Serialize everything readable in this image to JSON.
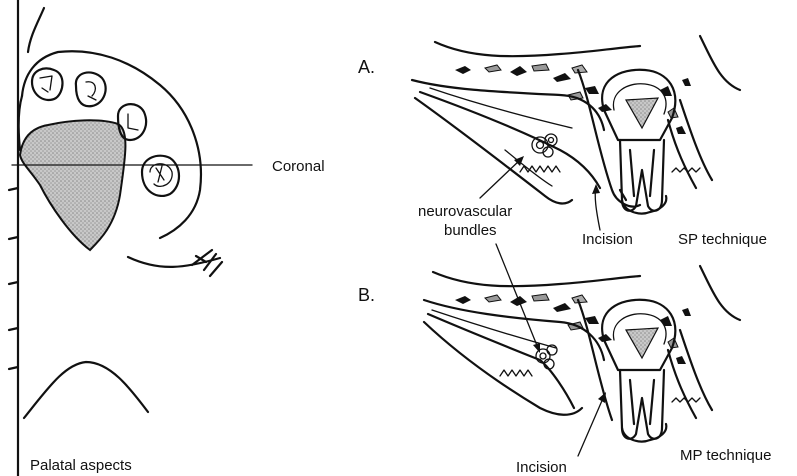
{
  "labels": {
    "coronal": "Coronal",
    "palatal_aspects": "Palatal aspects",
    "panel_a": "A.",
    "panel_b": "B.",
    "neurovascular_bundles_line1": "neurovascular",
    "neurovascular_bundles_line2": "bundles",
    "incision_a": "Incision",
    "incision_b": "Incision",
    "sp_technique": "SP technique",
    "mp_technique": "MP technique"
  },
  "colors": {
    "ink": "#111111",
    "shading": "#b4b4b4",
    "background": "#ffffff"
  }
}
